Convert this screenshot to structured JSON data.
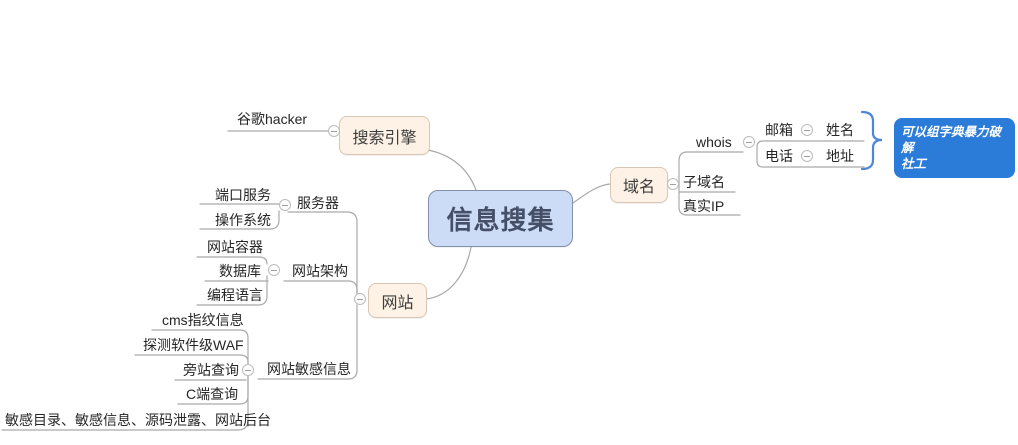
{
  "colors": {
    "root_fill": "#cddcf6",
    "root_border": "#8291aa",
    "root_text": "#454f68",
    "topic_fill": "#fdf2e5",
    "topic_border": "#d8c6b4",
    "connector_line": "#a9a9a9",
    "brace": "#4f86d8",
    "callout_fill": "#2b7bd9",
    "callout_text": "#ffffff"
  },
  "root": {
    "label": "信息搜集"
  },
  "search_engine": {
    "label": "搜索引擎",
    "google_hacker": {
      "label": "谷歌hacker"
    }
  },
  "website": {
    "label": "网站",
    "server": {
      "label": "服务器",
      "port_service": {
        "label": "端口服务"
      },
      "os": {
        "label": "操作系统"
      }
    },
    "architecture": {
      "label": "网站架构",
      "container": {
        "label": "网站容器"
      },
      "database": {
        "label": "数据库"
      },
      "language": {
        "label": "编程语言"
      }
    },
    "sensitive": {
      "label": "网站敏感信息",
      "cms": {
        "label": "cms指纹信息"
      },
      "waf": {
        "label": "探测软件级WAF"
      },
      "side_site": {
        "label": "旁站查询"
      },
      "c_segment": {
        "label": "C端查询"
      },
      "misc": {
        "label": "敏感目录、敏感信息、源码泄露、网站后台"
      }
    }
  },
  "domain": {
    "label": "域名",
    "whois": {
      "label": "whois",
      "email": {
        "label": "邮箱",
        "name": {
          "label": "姓名"
        }
      },
      "phone": {
        "label": "电话",
        "address": {
          "label": "地址"
        }
      }
    },
    "subdomain": {
      "label": "子域名"
    },
    "real_ip": {
      "label": "真实IP"
    }
  },
  "callout": {
    "line1": "可以组字典暴力破解",
    "line2": "社工"
  }
}
